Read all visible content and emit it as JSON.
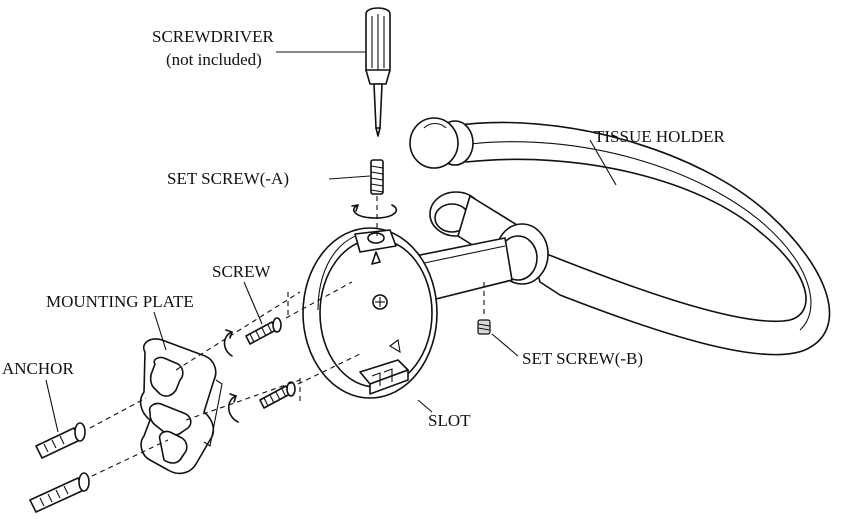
{
  "labels": {
    "screwdriver": "SCREWDRIVER",
    "not_included": "(not included)",
    "set_screw_a": "SET SCREW(-A)",
    "tissue_holder": "TISSUE HOLDER",
    "screw": "SCREW",
    "mounting_plate": "MOUNTING PLATE",
    "anchor": "ANCHOR",
    "set_screw_b": "SET SCREW(-B)",
    "slot": "SLOT"
  }
}
